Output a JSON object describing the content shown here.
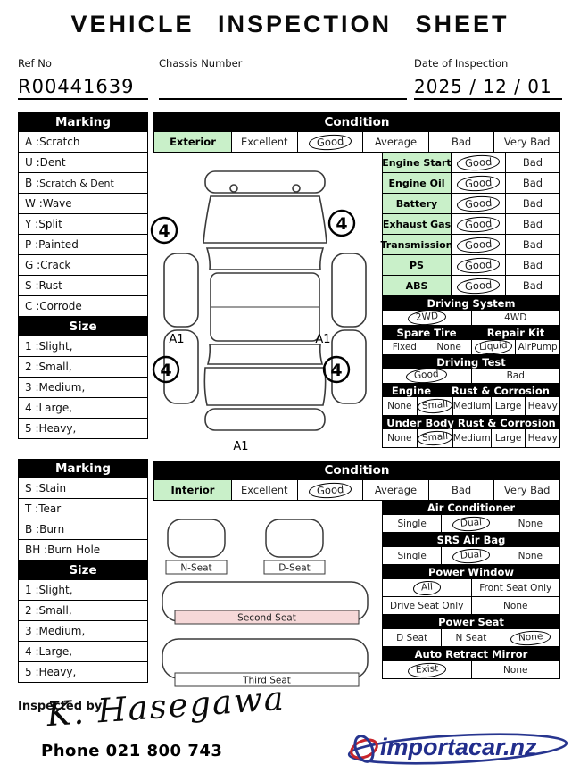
{
  "title": "VEHICLE INSPECTION SHEET",
  "meta": {
    "ref_no_label": "Ref No",
    "ref_no": "R00441639",
    "chassis_label": "Chassis Number",
    "date_label": "Date of Inspection",
    "date": "2025 / 12 / 01"
  },
  "colors": {
    "label_green": "#c9f0c9",
    "second_seat_pink": "#f6d8d8",
    "logo_navy": "#222e8c",
    "logo_red": "#c9252b"
  },
  "exterior": {
    "marking_title": "Marking",
    "marking": [
      {
        "code": "A",
        "label": "Scratch"
      },
      {
        "code": "U",
        "label": "Dent"
      },
      {
        "code": "B",
        "label": "Scratch & Dent"
      },
      {
        "code": "W",
        "label": "Wave"
      },
      {
        "code": "Y",
        "label": "Split"
      },
      {
        "code": "P",
        "label": "Painted"
      },
      {
        "code": "G",
        "label": "Crack"
      },
      {
        "code": "S",
        "label": "Rust"
      },
      {
        "code": "C",
        "label": "Corrode"
      }
    ],
    "size_title": "Size",
    "size": [
      {
        "code": "1",
        "label": "Slight,"
      },
      {
        "code": "2",
        "label": "Small,"
      },
      {
        "code": "3",
        "label": "Medium,"
      },
      {
        "code": "4",
        "label": "Large,"
      },
      {
        "code": "5",
        "label": "Heavy,"
      }
    ],
    "condition": {
      "title": "Condition",
      "row_label": "Exterior",
      "options": [
        "Excellent",
        "Good",
        "Average",
        "Bad",
        "Very Bad"
      ],
      "selected": "Good"
    },
    "checks": [
      {
        "label": "Engine Start",
        "options": [
          "Good",
          "Bad"
        ],
        "selected": "Good"
      },
      {
        "label": "Engine Oil",
        "options": [
          "Good",
          "Bad"
        ],
        "selected": "Good"
      },
      {
        "label": "Battery",
        "options": [
          "Good",
          "Bad"
        ],
        "selected": "Good"
      },
      {
        "label": "Exhaust Gas",
        "options": [
          "Good",
          "Bad"
        ],
        "selected": "Good"
      },
      {
        "label": "Transmission",
        "options": [
          "Good",
          "Bad"
        ],
        "selected": "Good"
      },
      {
        "label": "PS",
        "options": [
          "Good",
          "Bad"
        ],
        "selected": "Good"
      },
      {
        "label": "ABS",
        "options": [
          "Good",
          "Bad"
        ],
        "selected": "Good"
      }
    ],
    "driving_system": {
      "title": "Driving System",
      "options": [
        "2WD",
        "4WD"
      ],
      "selected": "2WD"
    },
    "spare_tire": {
      "title": "Spare Tire",
      "options": [
        "Fixed",
        "None"
      ],
      "selected": ""
    },
    "repair_kit": {
      "title": "Repair Kit",
      "options": [
        "Liquid",
        "AirPump"
      ],
      "selected": "Liquid"
    },
    "driving_test": {
      "title": "Driving Test",
      "options": [
        "Good",
        "Bad"
      ],
      "selected": "Good"
    },
    "engine_rust": {
      "title_left": "Engine",
      "title_right": "Rust & Corrosion",
      "options": [
        "None",
        "Small",
        "Medium",
        "Large",
        "Heavy"
      ],
      "selected": "Small"
    },
    "under_body_rust": {
      "title": "Under Body Rust & Corrosion",
      "options": [
        "None",
        "Small",
        "Medium",
        "Large",
        "Heavy"
      ],
      "selected": "Small"
    }
  },
  "diagram": {
    "wheel_marks": [
      "4",
      "4",
      "4",
      "4"
    ],
    "panel_labels": [
      "A1",
      "A1",
      "A1"
    ]
  },
  "interior": {
    "marking_title": "Marking",
    "marking": [
      {
        "code": "S",
        "label": "Stain"
      },
      {
        "code": "T",
        "label": "Tear"
      },
      {
        "code": "B",
        "label": "Burn"
      },
      {
        "code": "BH",
        "label": "Burn Hole"
      }
    ],
    "size_title": "Size",
    "size": [
      {
        "code": "1",
        "label": "Slight,"
      },
      {
        "code": "2",
        "label": "Small,"
      },
      {
        "code": "3",
        "label": "Medium,"
      },
      {
        "code": "4",
        "label": "Large,"
      },
      {
        "code": "5",
        "label": "Heavy,"
      }
    ],
    "condition": {
      "title": "Condition",
      "row_label": "Interior",
      "options": [
        "Excellent",
        "Good",
        "Average",
        "Bad",
        "Very Bad"
      ],
      "selected": "Good"
    },
    "air_conditioner": {
      "title": "Air Conditioner",
      "options": [
        "Single",
        "Dual",
        "None"
      ],
      "selected": "Dual"
    },
    "srs_air_bag": {
      "title": "SRS Air Bag",
      "options": [
        "Single",
        "Dual",
        "None"
      ],
      "selected": "Dual"
    },
    "power_window": {
      "title": "Power Window",
      "row1": [
        "All",
        "Front Seat Only"
      ],
      "row2": [
        "Drive Seat Only",
        "None"
      ],
      "selected": "All"
    },
    "power_seat": {
      "title": "Power Seat",
      "options": [
        "D Seat",
        "N Seat",
        "None"
      ],
      "selected": "None"
    },
    "auto_retract_mirror": {
      "title": "Auto Retract Mirror",
      "options": [
        "Exist",
        "None"
      ],
      "selected": "Exist"
    }
  },
  "seats": {
    "n_seat": "N-Seat",
    "d_seat": "D-Seat",
    "second_seat": "Second Seat",
    "third_seat": "Third  Seat"
  },
  "footer": {
    "inspected_by_label": "Inspected by:",
    "signature": "K. Hasegawa",
    "phone": "Phone 021 800 743",
    "logo_text": "importacar.nz"
  }
}
